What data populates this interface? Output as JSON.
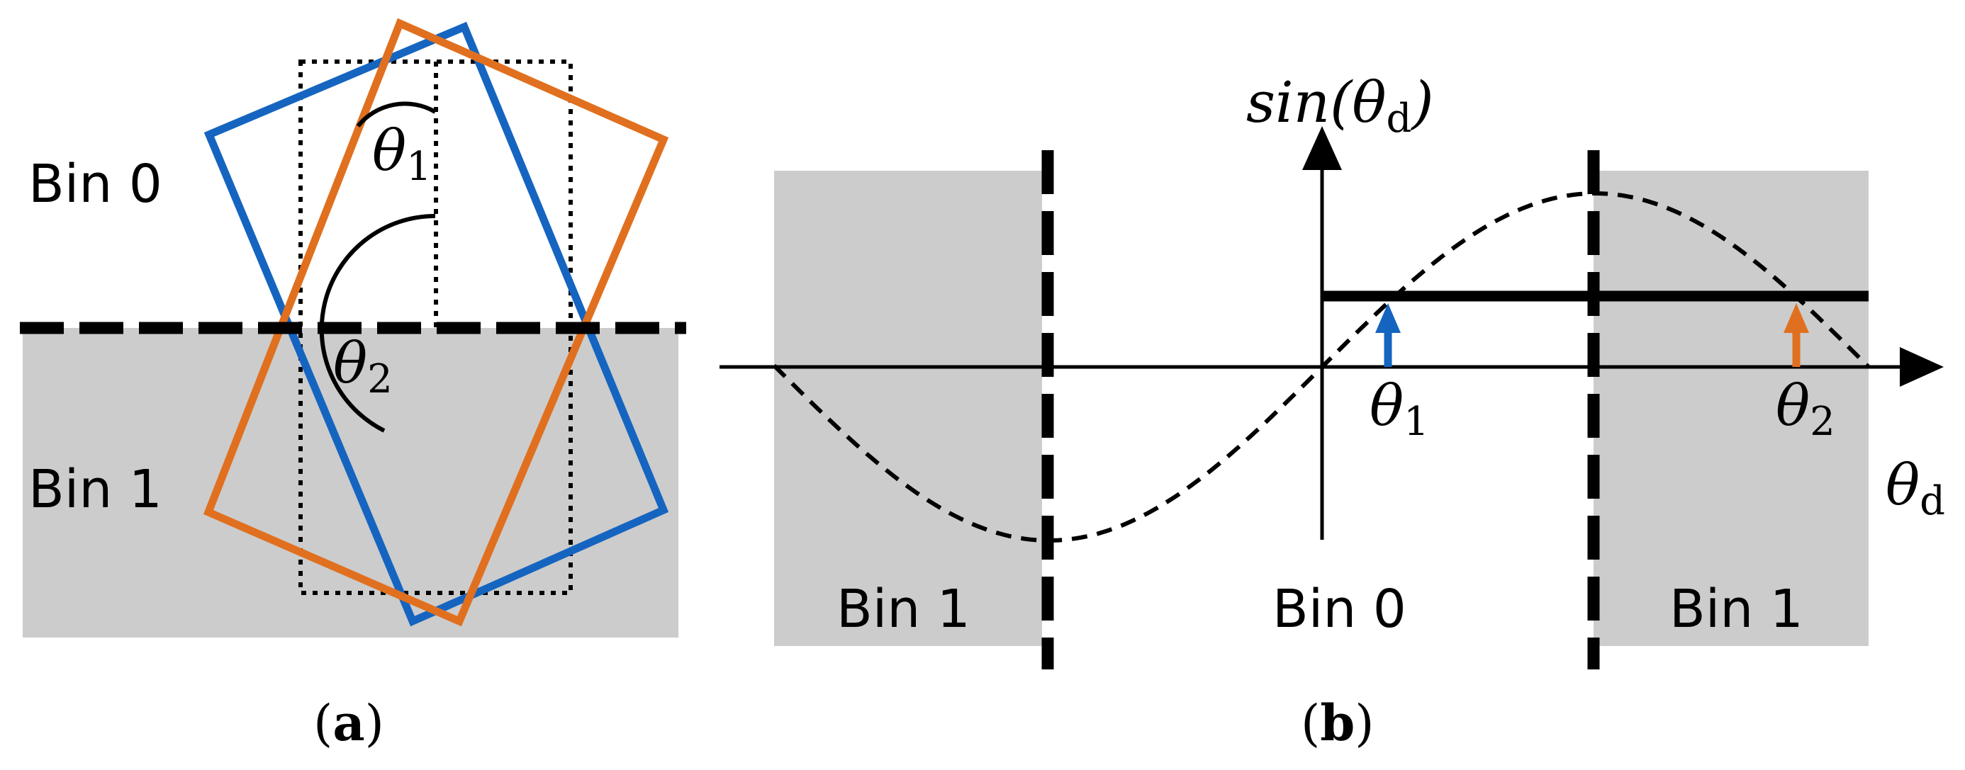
{
  "colors": {
    "blue": "#1565C0",
    "orange": "#E0701F",
    "gray_region": "#CCCCCC",
    "black": "#000000"
  },
  "panel_a": {
    "bin0_label": "Bin 0",
    "bin1_label": "Bin 1",
    "theta1_symbol": "θ",
    "theta1_subscript": "1",
    "theta2_symbol": "θ",
    "theta2_subscript": "2",
    "caption_open": "(",
    "caption_letter": "a",
    "caption_close": ")"
  },
  "panel_b": {
    "y_axis_label_prefix": "sin(",
    "y_axis_label_symbol": "θ",
    "y_axis_label_subscript": "d",
    "y_axis_label_suffix": ")",
    "x_axis_label_symbol": "θ",
    "x_axis_label_subscript": "d",
    "theta1_symbol": "θ",
    "theta1_subscript": "1",
    "theta2_symbol": "θ",
    "theta2_subscript": "2",
    "bin_left_label": "Bin 1",
    "bin_center_label": "Bin 0",
    "bin_right_label": "Bin 1",
    "caption_open": "(",
    "caption_letter": "b",
    "caption_close": ")"
  }
}
